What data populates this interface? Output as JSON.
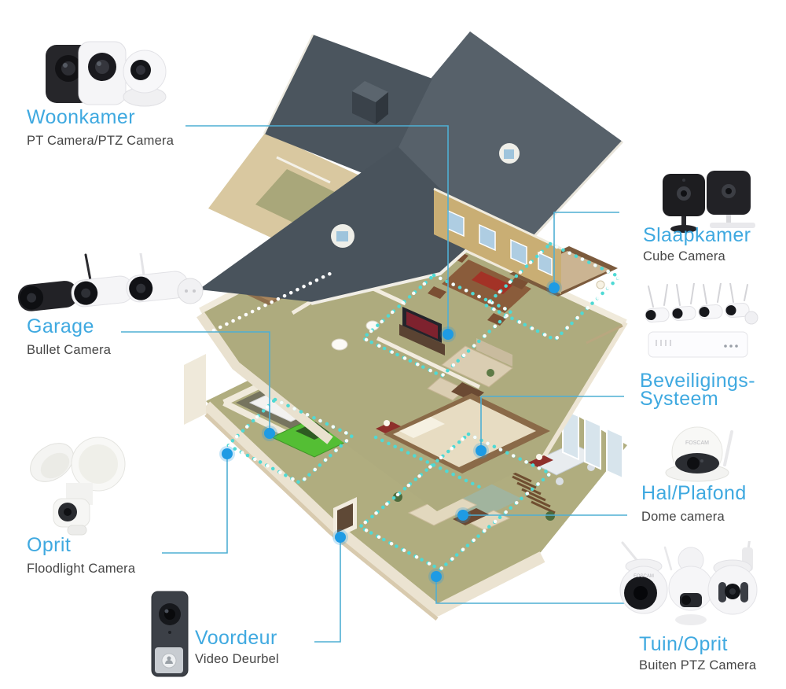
{
  "diagram": {
    "language": "nl",
    "subject": "smart-home security camera placement in an exploded isometric house",
    "brand_label": "FOSCAM"
  },
  "colors": {
    "heading_blue": "#3FA9E0",
    "subtitle_gray": "#454545",
    "connector_blue": "#4FAFD4",
    "marker_blue": "#1E9BE4",
    "zone_dot_cyan": "#4FD9D4",
    "zone_dot_white": "#FFFFFF",
    "roof_slate": "#49535C",
    "wall_cream": "#F0EADB",
    "brick_tan": "#C9AE74",
    "floor_olive": "#AEAB7E",
    "car_green": "#54BE34"
  },
  "callouts": {
    "woonkamer": {
      "title": "Woonkamer",
      "subtitle": "PT Camera/PTZ Camera"
    },
    "garage": {
      "title": "Garage",
      "subtitle": "Bullet Camera"
    },
    "oprit": {
      "title": "Oprit",
      "subtitle": "Floodlight Camera"
    },
    "voordeur": {
      "title": "Voordeur",
      "subtitle": "Video Deurbel"
    },
    "slaapkamer": {
      "title": "Slaapkamer",
      "subtitle": "Cube Camera"
    },
    "beveiligings_systeem": {
      "title_line1": "Beveiligings-",
      "title_line2": "Systeem"
    },
    "hal_plafond": {
      "title": "Hal/Plafond",
      "subtitle": "Dome camera"
    },
    "tuin_oprit": {
      "title": "Tuin/Oprit",
      "subtitle": "Buiten PTZ Camera"
    }
  },
  "camera_markers": [
    {
      "room": "woonkamer",
      "device": "PT/PTZ camera"
    },
    {
      "room": "slaapkamer",
      "device": "cube camera"
    },
    {
      "room": "garage",
      "device": "bullet camera"
    },
    {
      "room": "oprit",
      "device": "floodlight camera"
    },
    {
      "room": "voordeur",
      "device": "video doorbell"
    },
    {
      "room": "beveiligings_systeem",
      "device": "NVR kit"
    },
    {
      "room": "hal_plafond",
      "device": "dome camera"
    },
    {
      "room": "tuin_oprit",
      "device": "outdoor PTZ camera"
    }
  ]
}
